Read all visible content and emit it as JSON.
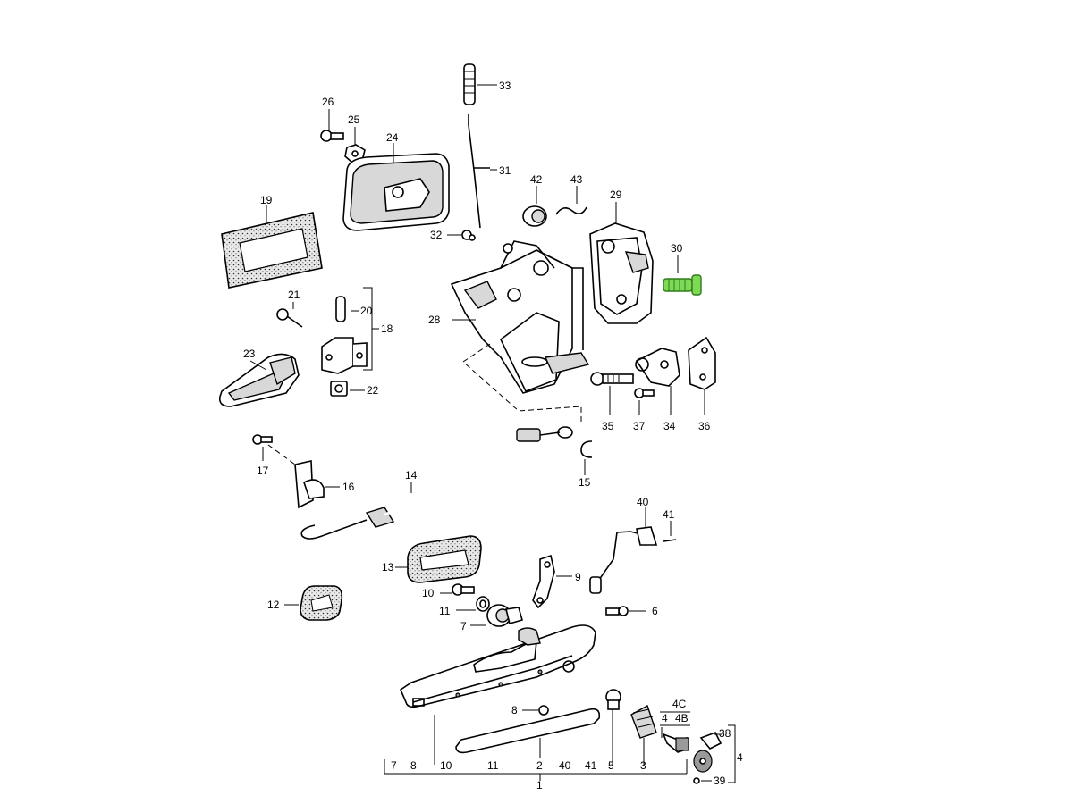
{
  "diagram": {
    "highlight_color": "#7ed957",
    "callouts": {
      "c1": "1",
      "c2": "2",
      "c3": "3",
      "c4": "4",
      "c4b": "4B",
      "c4c": "4C",
      "c4s": "4",
      "c5": "5",
      "c6": "6",
      "c7": "7",
      "c7b": "7",
      "c8": "8",
      "c8b": "8",
      "c9": "9",
      "c10": "10",
      "c10b": "10",
      "c11": "11",
      "c11b": "11",
      "c12": "12",
      "c13": "13",
      "c14": "14",
      "c15": "15",
      "c16": "16",
      "c17": "17",
      "c18": "18",
      "c19": "19",
      "c20": "20",
      "c21": "21",
      "c22": "22",
      "c23": "23",
      "c24": "24",
      "c25": "25",
      "c26": "26",
      "c28": "28",
      "c29": "29",
      "c30": "30",
      "c31": "31",
      "c32": "32",
      "c33": "33",
      "c34": "34",
      "c35": "35",
      "c36": "36",
      "c37": "37",
      "c38": "38",
      "c39": "39",
      "c40": "40",
      "c40b": "40",
      "c41": "41",
      "c41b": "41",
      "c42": "42",
      "c43": "43"
    }
  }
}
